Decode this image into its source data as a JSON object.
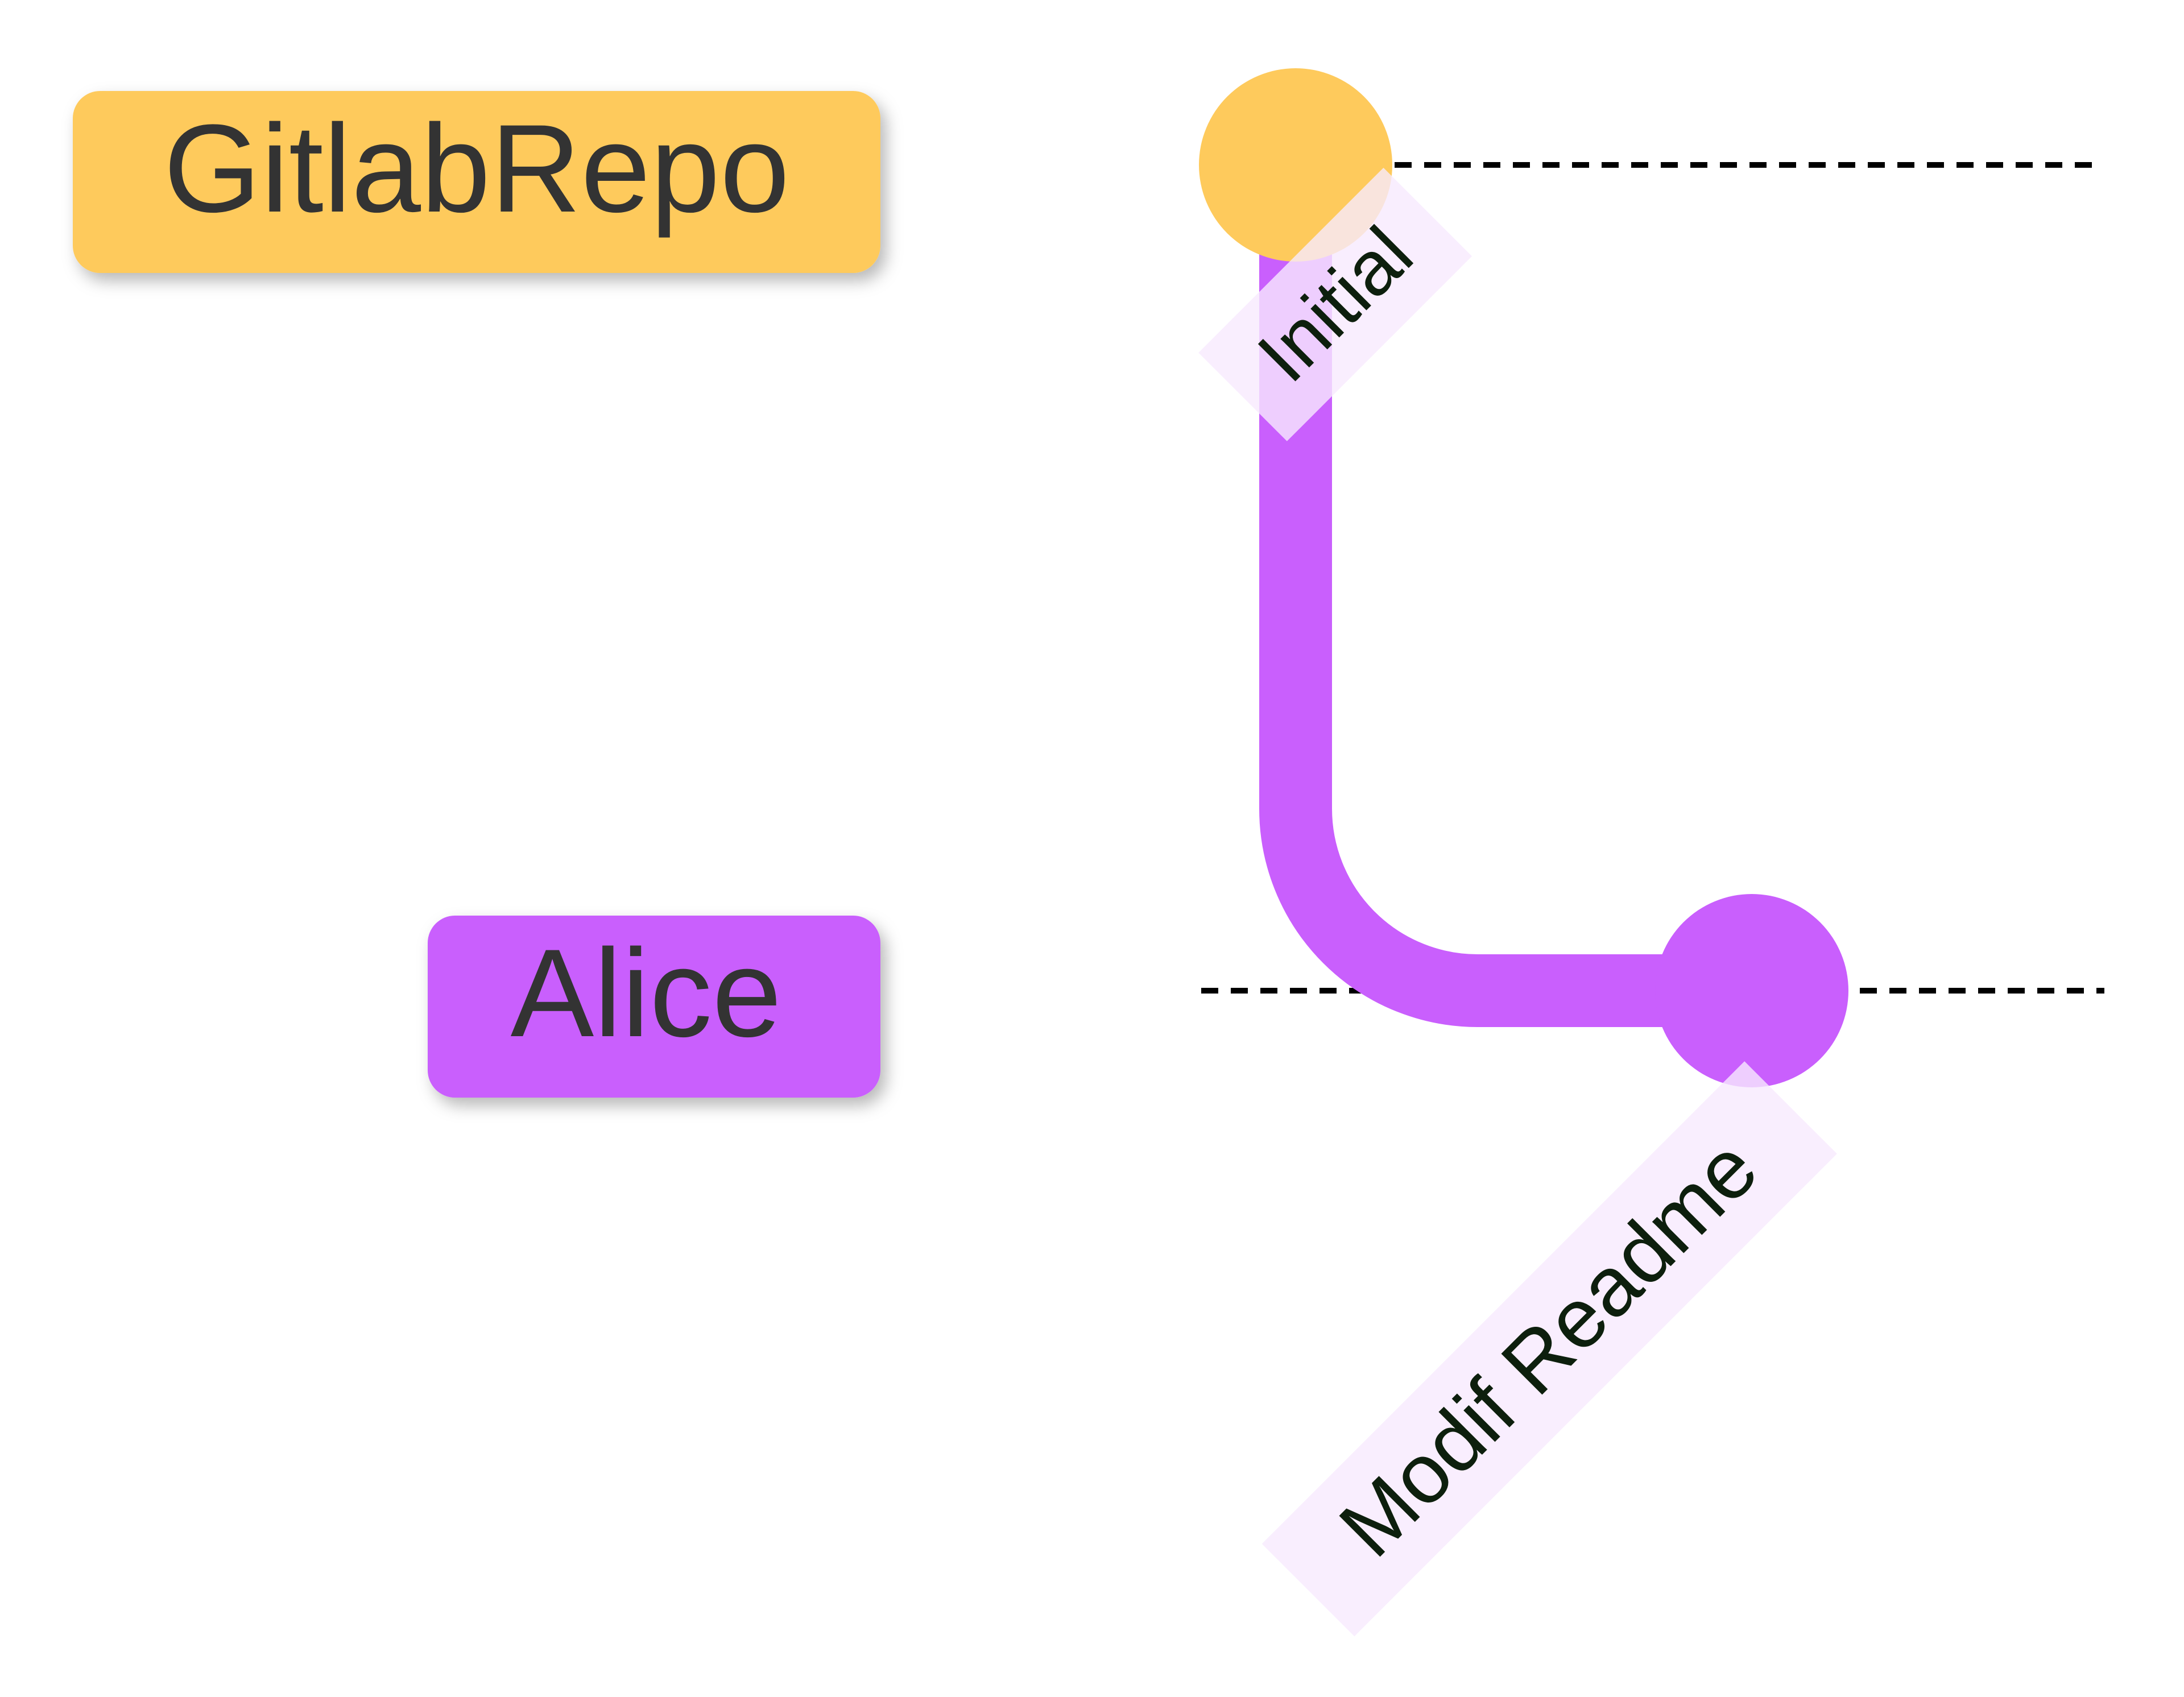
{
  "diagram": {
    "type": "gitgraph",
    "branches": [
      {
        "name": "GitlabRepo",
        "color": "#FECA5C"
      },
      {
        "name": "Alice",
        "color": "#C95FFD"
      }
    ],
    "commits": [
      {
        "message": "Initial",
        "branch": "GitlabRepo"
      },
      {
        "message": "Modif Readme",
        "branch": "Alice"
      }
    ],
    "colors": {
      "commit_label_bg": "#F7EAFE",
      "branch_text": "#333333",
      "lane_line": "#000000"
    }
  }
}
